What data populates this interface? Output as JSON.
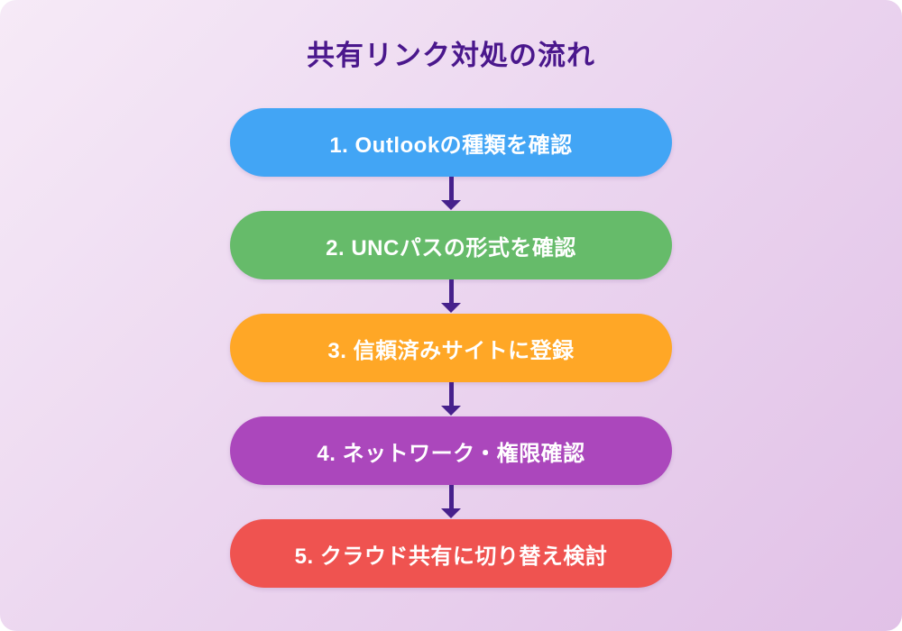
{
  "page": {
    "outer_background": "#ffffff",
    "gradient_start": "#f6eaf7",
    "gradient_end": "#e1c1e7"
  },
  "title": {
    "text": "共有リンク対処の流れ",
    "color": "#4a178c"
  },
  "arrow": {
    "color": "#46208c"
  },
  "steps": [
    {
      "label": "1. Outlookの種類を確認",
      "color": "#42a5f5"
    },
    {
      "label": "2. UNCパスの形式を確認",
      "color": "#66bb6a"
    },
    {
      "label": "3. 信頼済みサイトに登録",
      "color": "#ffa726"
    },
    {
      "label": "4. ネットワーク・権限確認",
      "color": "#ab47bc"
    },
    {
      "label": "5. クラウド共有に切り替え検討",
      "color": "#ef5350"
    }
  ]
}
